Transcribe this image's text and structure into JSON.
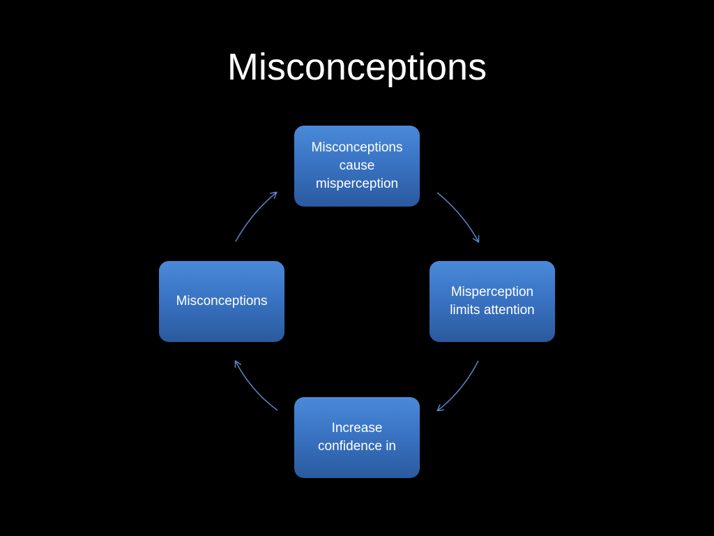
{
  "slide": {
    "title": "Misconceptions"
  },
  "cycle": {
    "nodes": [
      {
        "id": "top",
        "text": "Misconceptions\ncause\nmisperception"
      },
      {
        "id": "right",
        "text": "Misperception\nlimits attention"
      },
      {
        "id": "bottom",
        "text": "Increase\nconfidence in"
      },
      {
        "id": "left",
        "text": "Misconceptions"
      }
    ],
    "colors": {
      "node_fill": "#3a74c4",
      "node_fill_light": "#4a8ad8",
      "node_fill_dark": "#2a5a9e",
      "arrow": "#5b86c8",
      "background": "#000000",
      "text": "#ffffff"
    },
    "direction": "clockwise"
  }
}
